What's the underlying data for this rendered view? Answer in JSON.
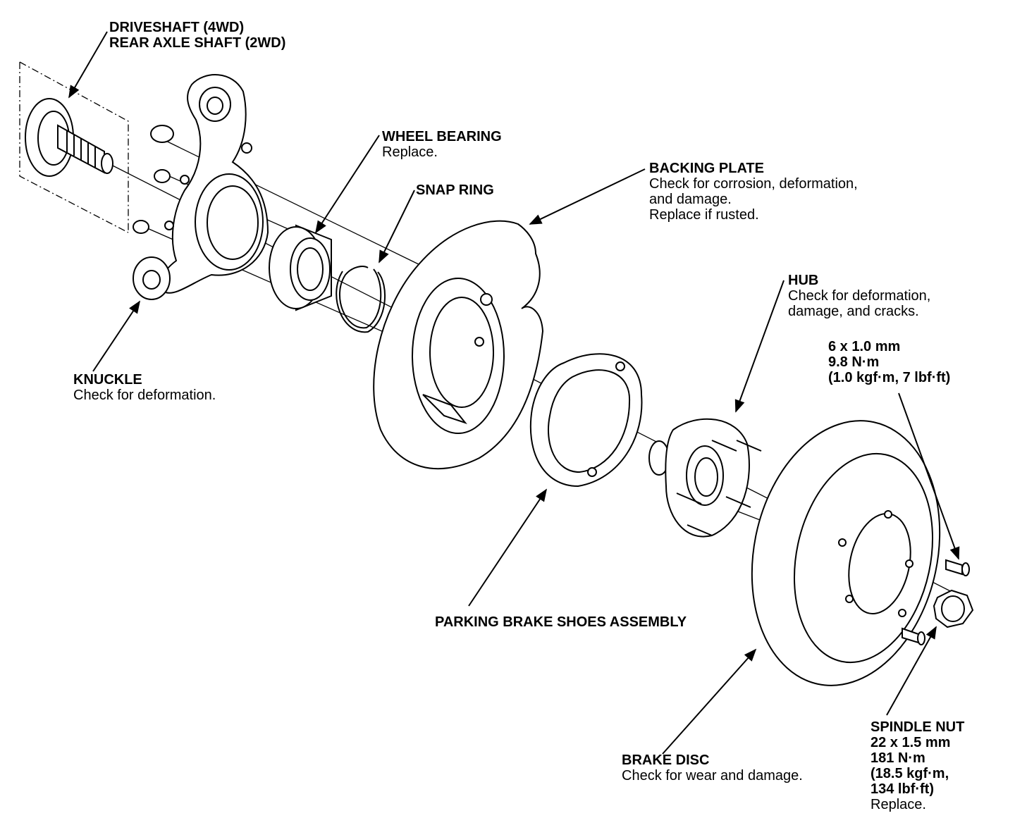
{
  "labels": {
    "driveshaft": {
      "title": "DRIVESHAFT (4WD)",
      "line2": "REAR AXLE SHAFT (2WD)"
    },
    "wheel_bearing": {
      "title": "WHEEL BEARING",
      "note": "Replace."
    },
    "snap_ring": {
      "title": "SNAP RING"
    },
    "backing_plate": {
      "title": "BACKING PLATE",
      "note1": "Check for corrosion, deformation,",
      "note2": "and damage.",
      "note3": "Replace if rusted."
    },
    "hub": {
      "title": "HUB",
      "note1": "Check for deformation,",
      "note2": "damage, and cracks."
    },
    "bolt_spec": {
      "line1": "6 x 1.0 mm",
      "line2": "9.8 N·m",
      "line3": "(1.0 kgf·m, 7 lbf·ft)"
    },
    "knuckle": {
      "title": "KNUCKLE",
      "note": "Check for deformation."
    },
    "parking_brake": {
      "title": "PARKING BRAKE SHOES ASSEMBLY"
    },
    "brake_disc": {
      "title": "BRAKE DISC",
      "note": "Check for wear and damage."
    },
    "spindle_nut": {
      "title": "SPINDLE NUT",
      "line2": "22 x 1.5 mm",
      "line3": "181 N·m",
      "line4": "(18.5 kgf·m,",
      "line5": "134 lbf·ft)",
      "note": "Replace."
    }
  },
  "colors": {
    "ink": "#000000",
    "paper": "#ffffff"
  }
}
